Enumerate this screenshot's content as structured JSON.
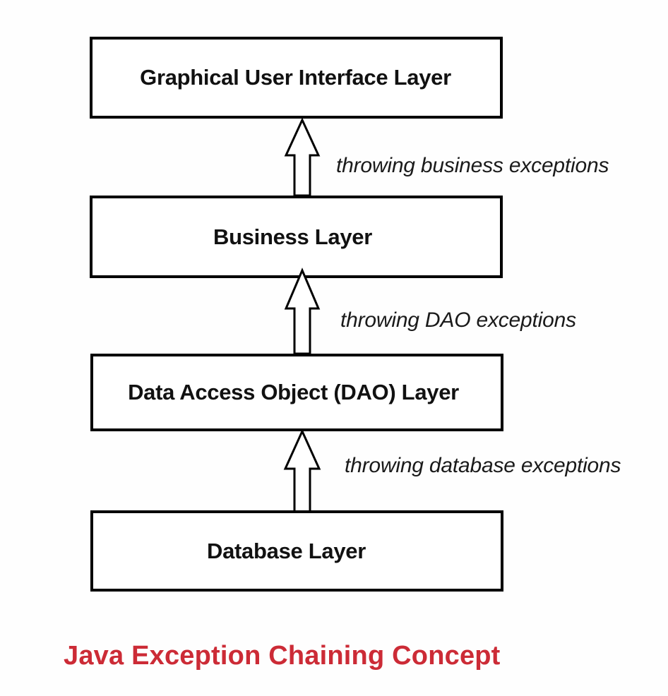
{
  "layers": {
    "gui": "Graphical User Interface Layer",
    "business": "Business Layer",
    "dao": "Data Access Object (DAO) Layer",
    "database": "Database Layer"
  },
  "arrows": {
    "business_exceptions": "throwing business exceptions",
    "dao_exceptions": "throwing DAO exceptions",
    "database_exceptions": "throwing database exceptions"
  },
  "caption": "Java Exception Chaining Concept",
  "colors": {
    "caption": "#cc2b36",
    "box_border": "#000000",
    "arrow_stroke": "#000000"
  }
}
